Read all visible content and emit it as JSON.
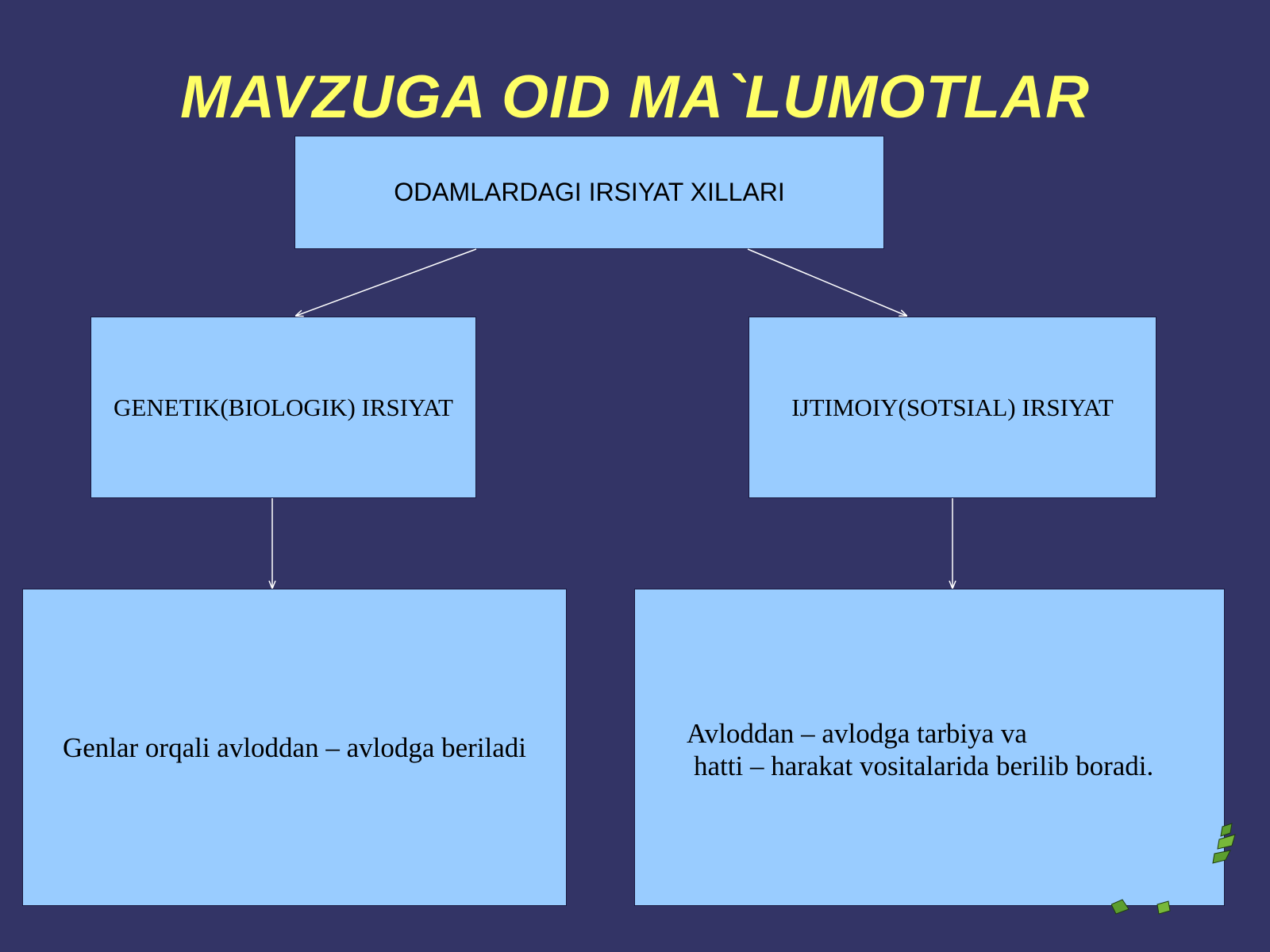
{
  "slide": {
    "title": "MAVZUGA OID MA`LUMOTLAR",
    "background_color": "#333466",
    "title_color": "#ffff66",
    "box_color": "#99ccff"
  },
  "diagram": {
    "root": {
      "label": "ODAMLARDAGI IRSIYAT XILLARI"
    },
    "branches": [
      {
        "label": "GENETIK(BIOLOGIK) IRSIYAT",
        "description": "Genlar orqali avloddan – avlodga beriladi"
      },
      {
        "label": "IJTIMOIY(SOTSIAL) IRSIYAT",
        "description_lines": [
          "Avloddan – avlodga tarbiya va",
          "hatti – harakat vositalarida berilib boradi."
        ]
      }
    ]
  },
  "decoration": {
    "icon": "plant-clipart-icon"
  }
}
